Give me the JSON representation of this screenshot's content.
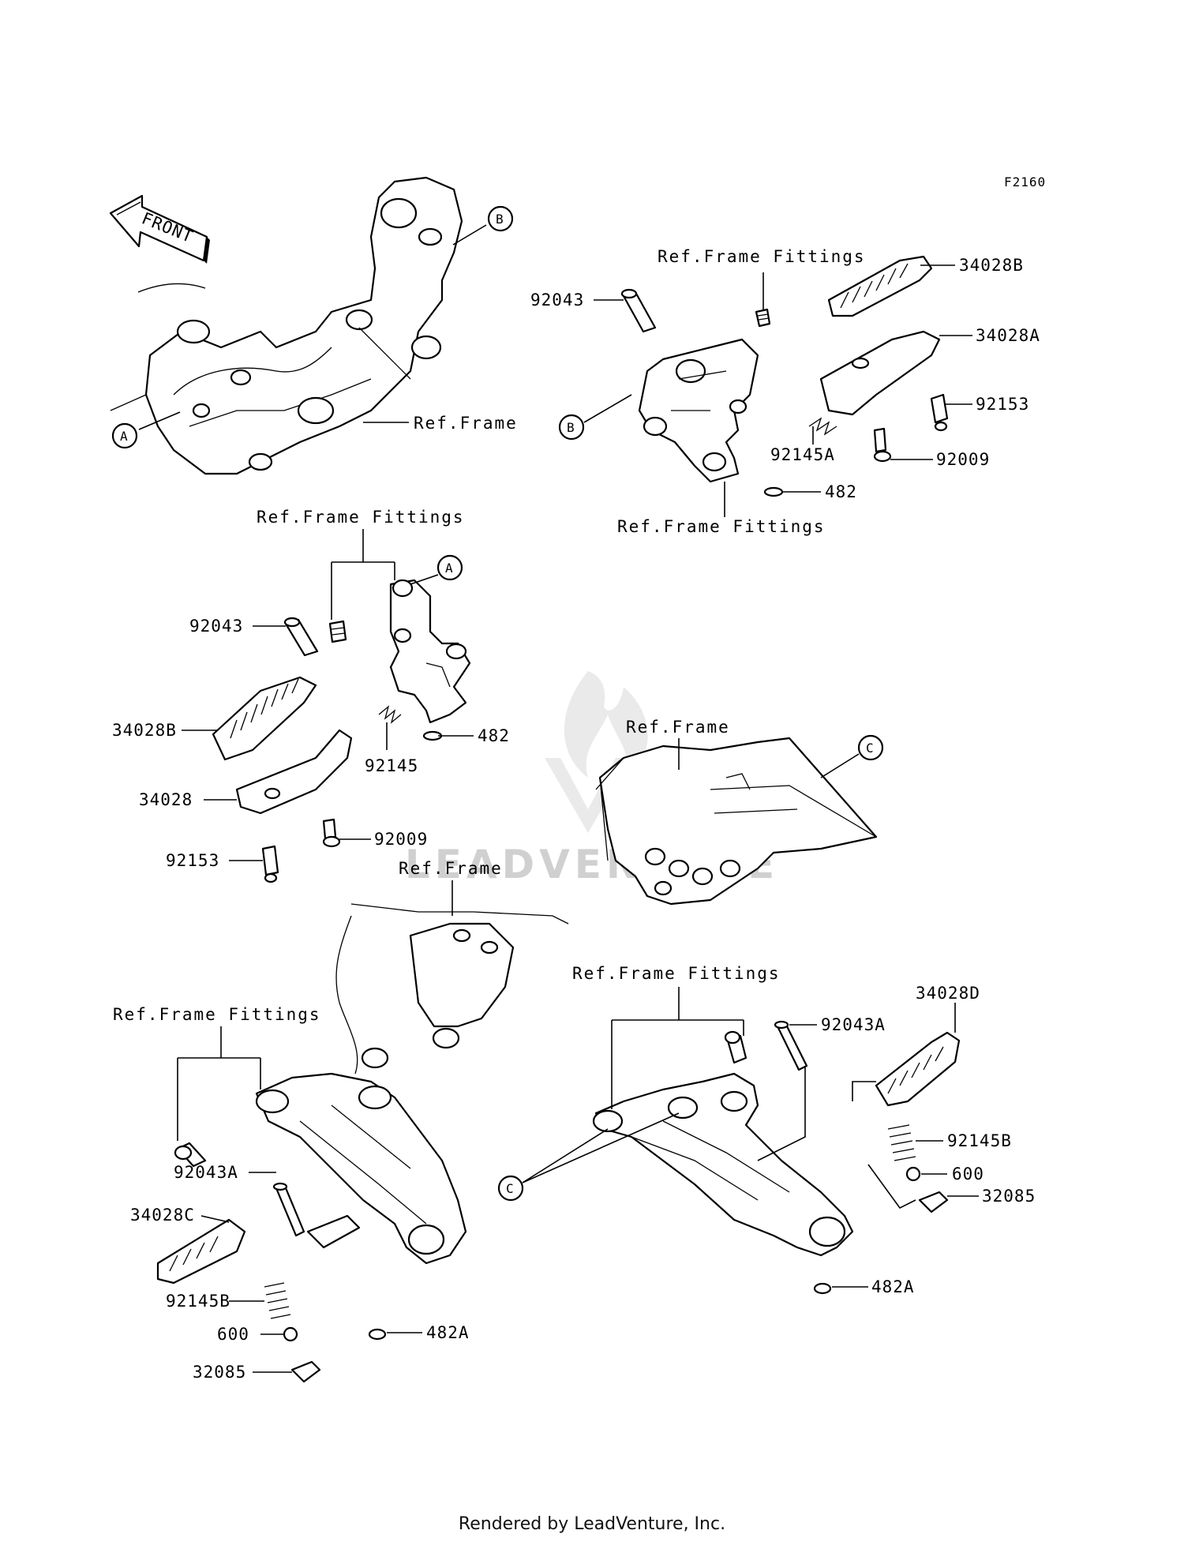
{
  "diagram_code": "F2160",
  "front_label": "FRONT",
  "watermark": "LEADVENTURE",
  "footer": "Rendered by LeadVenture, Inc.",
  "callouts": {
    "a": "A",
    "b": "B",
    "c": "C"
  },
  "refs": {
    "frame": "Ref.Frame",
    "frame_fittings": "Ref.Frame Fittings"
  },
  "parts": {
    "p34028B": "34028B",
    "p34028A": "34028A",
    "p34028": "34028",
    "p34028C": "34028C",
    "p34028D": "34028D",
    "p92043": "92043",
    "p92043A": "92043A",
    "p92153": "92153",
    "p92009": "92009",
    "p92145": "92145",
    "p92145A": "92145A",
    "p92145B": "92145B",
    "p482": "482",
    "p482A": "482A",
    "p600": "600",
    "p32085": "32085"
  }
}
